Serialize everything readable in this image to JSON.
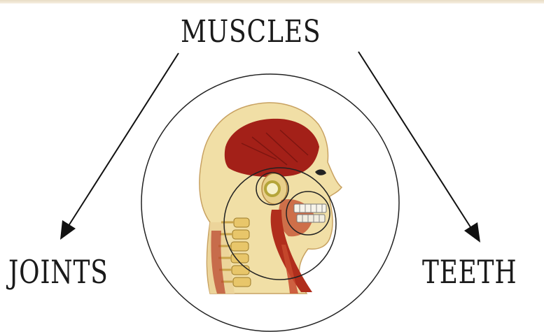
{
  "diagram": {
    "top_label": "MUSCLES",
    "left_label": "JOINTS",
    "right_label": "TEETH",
    "colors": {
      "line": "#111111",
      "skin": "#f1dfa6",
      "muscle": "#a32018",
      "muscle_dark": "#7d1510",
      "bone": "#e8c66a"
    },
    "icons": {
      "center_image": "head-anatomy-illustration",
      "tmj_marker": "joint-ring-icon",
      "teeth_marker": "teeth-circle-icon"
    }
  }
}
